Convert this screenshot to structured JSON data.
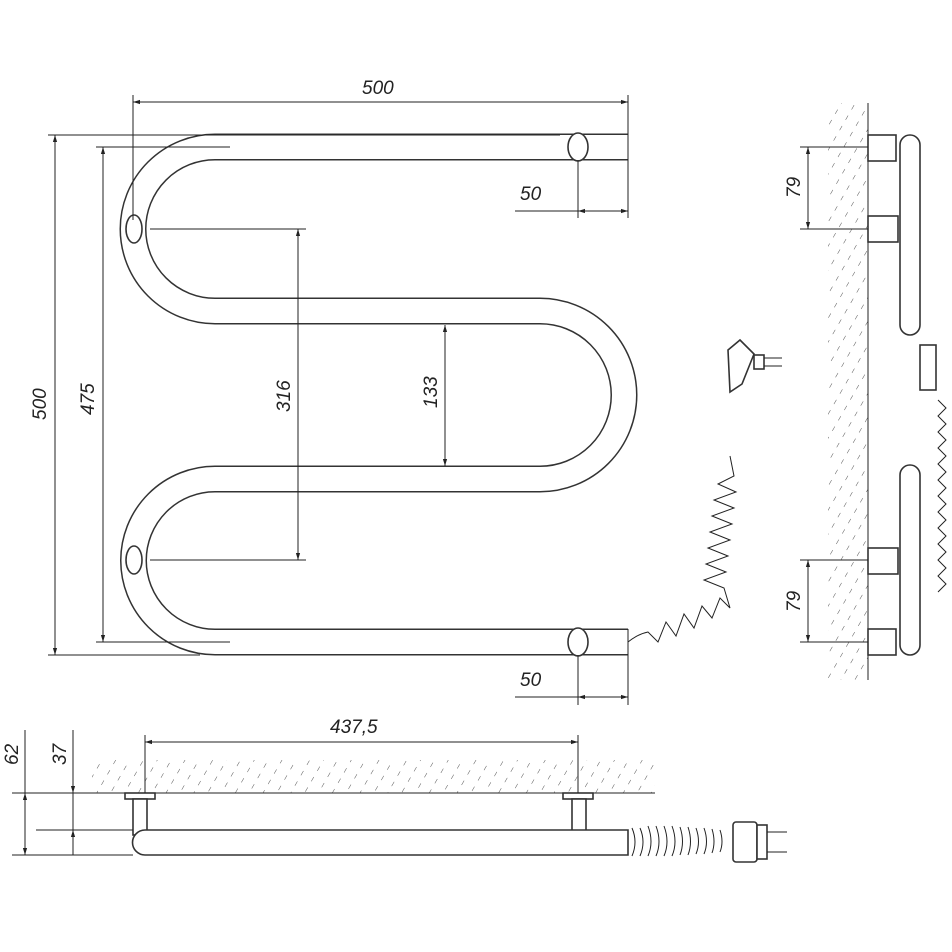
{
  "dimensions": {
    "front_width": "500",
    "front_height": "500",
    "inner_height": "475",
    "axis_spacing": "316",
    "gap": "133",
    "offset_top": "50",
    "offset_bottom": "50",
    "side_top": "79",
    "side_bottom": "79",
    "bottom_mount": "437,5",
    "depth_total": "62",
    "depth_axis": "37"
  },
  "colors": {
    "line": "#222222",
    "background": "#ffffff"
  }
}
